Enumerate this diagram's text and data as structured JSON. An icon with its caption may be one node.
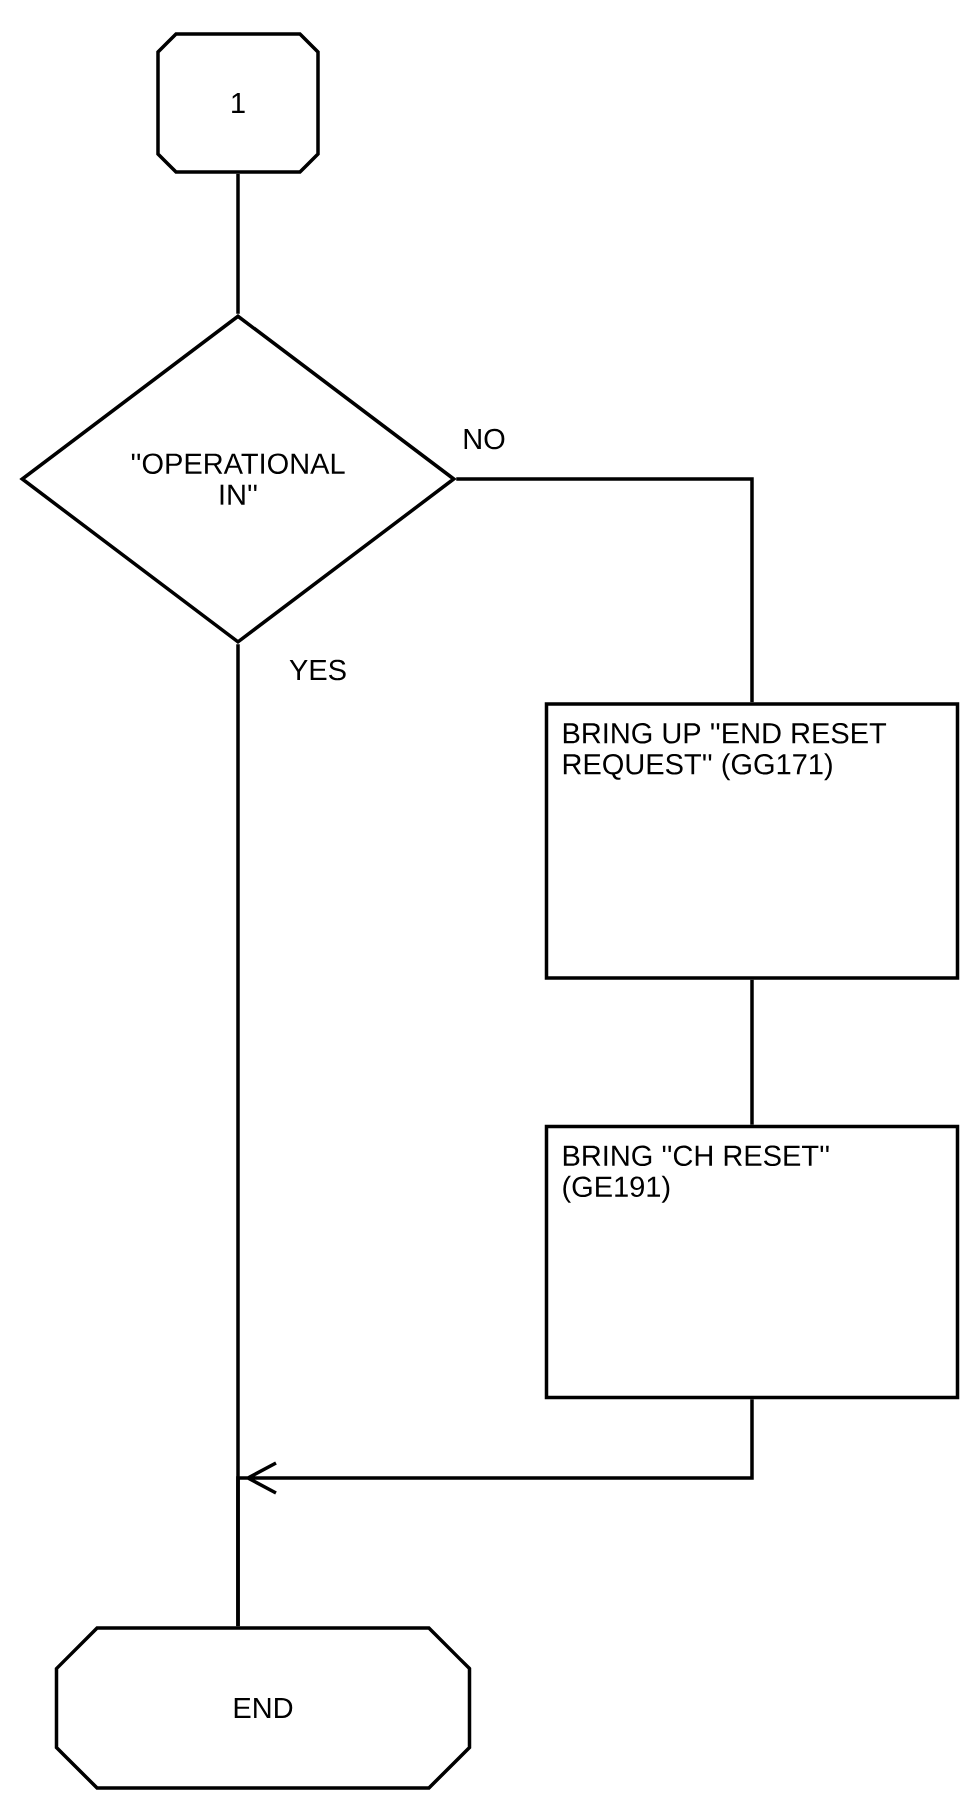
{
  "diagram": {
    "nodes": [
      {
        "text": [
          "1"
        ]
      },
      {
        "text": [
          "''OPERATIONAL IN''"
        ]
      },
      {
        "text": [
          "BRING UP ''END RESET REQUEST'' (GG171)"
        ]
      },
      {
        "text": [
          "BRING ''CH RESET'' (GE191)"
        ]
      },
      {
        "text": [
          "END"
        ]
      }
    ],
    "edges": [
      {
        "from": 0,
        "to": 1,
        "arrow": "none"
      },
      {
        "from": 1,
        "to": 2,
        "arrow": "none",
        "label": "NO"
      },
      {
        "from": 2,
        "to": 3,
        "arrow": "none"
      },
      {
        "from": 3,
        "to": 4,
        "arrow": "to"
      },
      {
        "from": 1,
        "to": 4,
        "arrow": "none",
        "label": "YES"
      }
    ]
  }
}
